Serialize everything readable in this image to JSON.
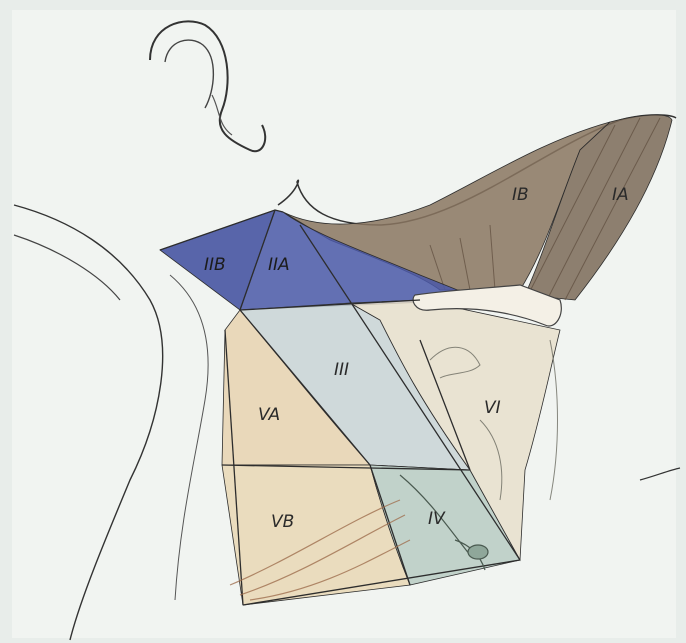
{
  "diagram": {
    "regions": [
      {
        "id": "IA",
        "label": "IA",
        "color": "#7b6a58"
      },
      {
        "id": "IB",
        "label": "IB",
        "color": "#8a7560"
      },
      {
        "id": "IIA",
        "label": "IIA",
        "color": "#4a58a8"
      },
      {
        "id": "IIB",
        "label": "IIB",
        "color": "#3d4b9e"
      },
      {
        "id": "III",
        "label": "III",
        "color": "#c9d3d6"
      },
      {
        "id": "IV",
        "label": "IV",
        "color": "#b8cbc3"
      },
      {
        "id": "VA",
        "label": "VA",
        "color": "#e7d2b0"
      },
      {
        "id": "VB",
        "label": "VB",
        "color": "#e9d7b5"
      },
      {
        "id": "VI",
        "label": "VI",
        "color": "#e8dfcc"
      }
    ]
  }
}
